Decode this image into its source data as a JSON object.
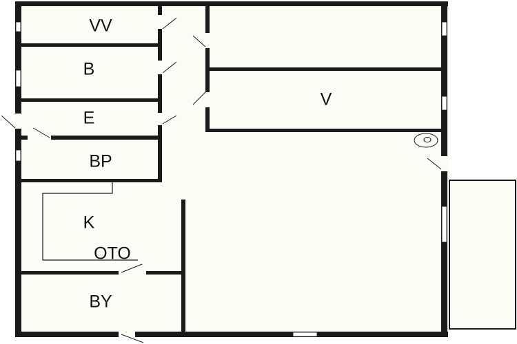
{
  "colors": {
    "floor": "#fcfcf7",
    "wall": "#1a1a1a",
    "background": "#ffffff"
  },
  "rooms": {
    "vv": "VV",
    "b": "B",
    "e": "E",
    "bp": "BP",
    "v": "V",
    "k": "K",
    "oto": "OTO",
    "by": "BY"
  }
}
